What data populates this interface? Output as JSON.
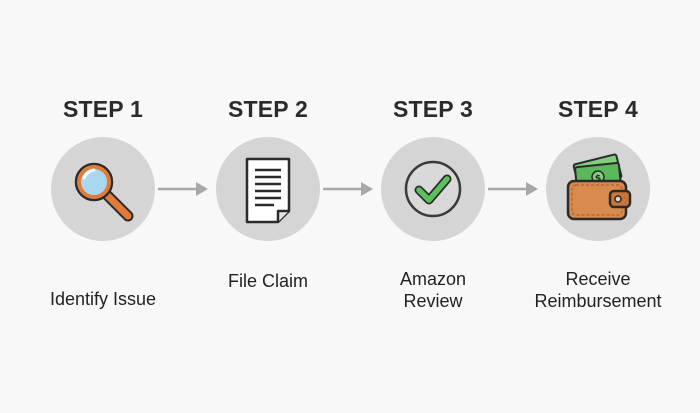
{
  "steps": [
    {
      "title": "STEP 1",
      "label": "Identify Issue",
      "icon": "magnifying-glass-icon"
    },
    {
      "title": "STEP 2",
      "label": "File Claim",
      "icon": "document-icon"
    },
    {
      "title": "STEP 3",
      "label": "Amazon\nReview",
      "icon": "checkmark-icon"
    },
    {
      "title": "STEP 4",
      "label": "Receive\nReimbursement",
      "icon": "wallet-icon"
    }
  ],
  "colors": {
    "background": "#f8f8f8",
    "circle": "#d5d5d5",
    "arrow": "#a8a8a8",
    "magnifier_handle": "#e07b39",
    "magnifier_lens": "#a9d7ef",
    "check": "#5cc15a",
    "wallet": "#d98a4e",
    "cash": "#5bb85d"
  }
}
